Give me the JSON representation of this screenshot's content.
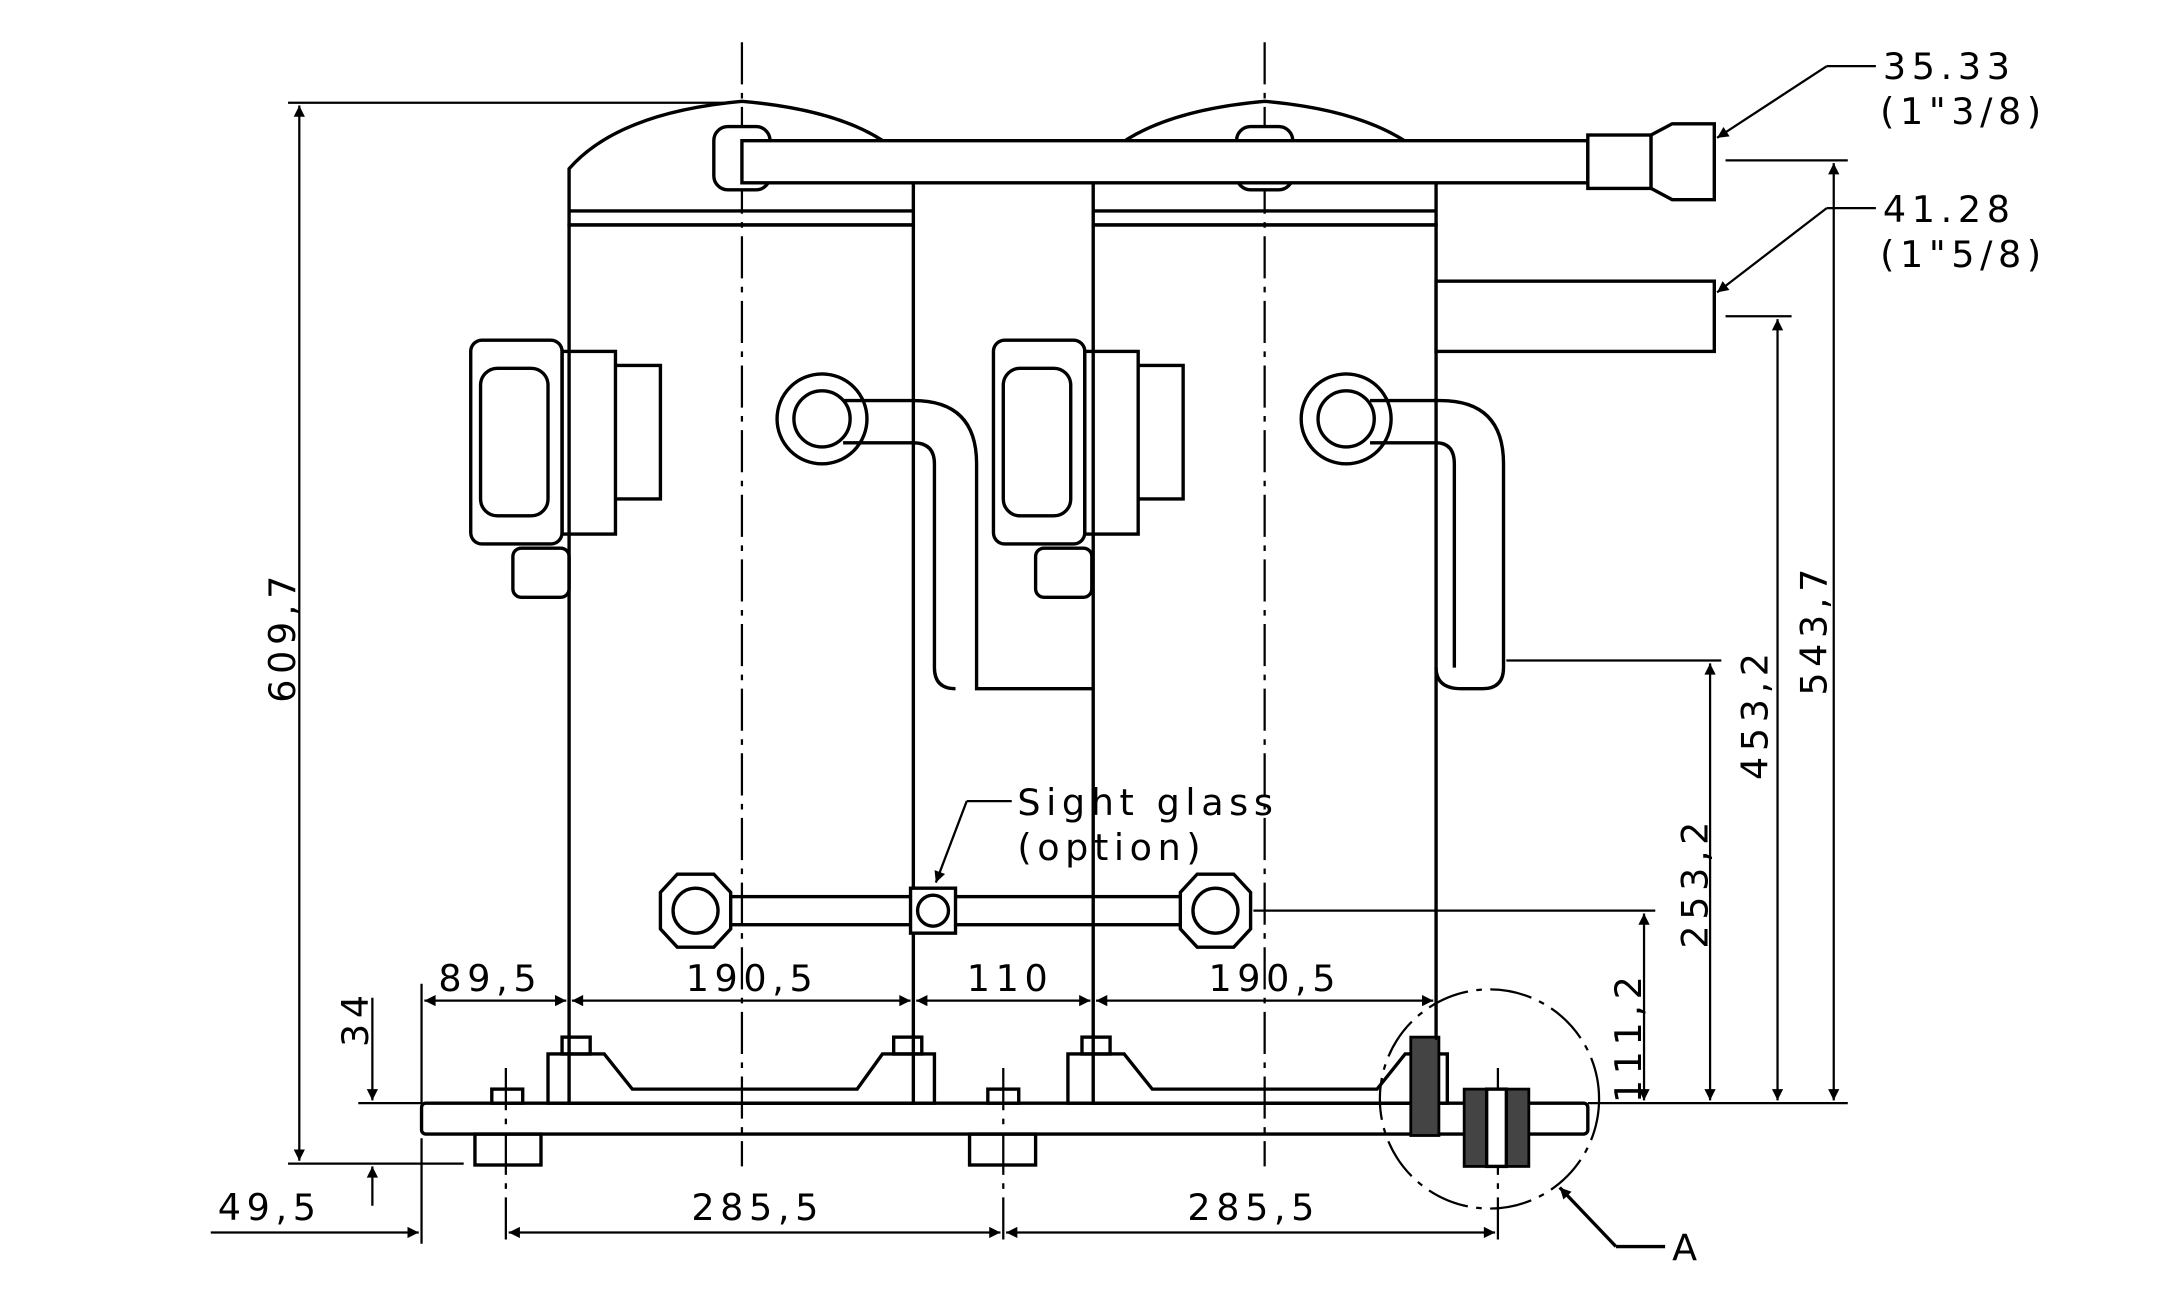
{
  "drawing": {
    "pipe_callouts": [
      {
        "mm": "35.33",
        "inch": "(1\"3/8)"
      },
      {
        "mm": "41.28",
        "inch": "(1\"5/8)"
      }
    ],
    "vertical_dims": {
      "overall_height": "609,7",
      "discharge_height": "543,7",
      "suction_height": "453,2",
      "oil_eq_height": "253,2",
      "sight_glass_height": "111,2",
      "rail_height": "34"
    },
    "horizontal_dims_top": [
      "89,5",
      "190,5",
      "110",
      "190,5"
    ],
    "horizontal_dims_bottom": [
      "49,5",
      "285,5",
      "285,5"
    ],
    "sight_glass": {
      "line1": "Sight glass",
      "line2": "(option)"
    },
    "detail_label": "A"
  }
}
